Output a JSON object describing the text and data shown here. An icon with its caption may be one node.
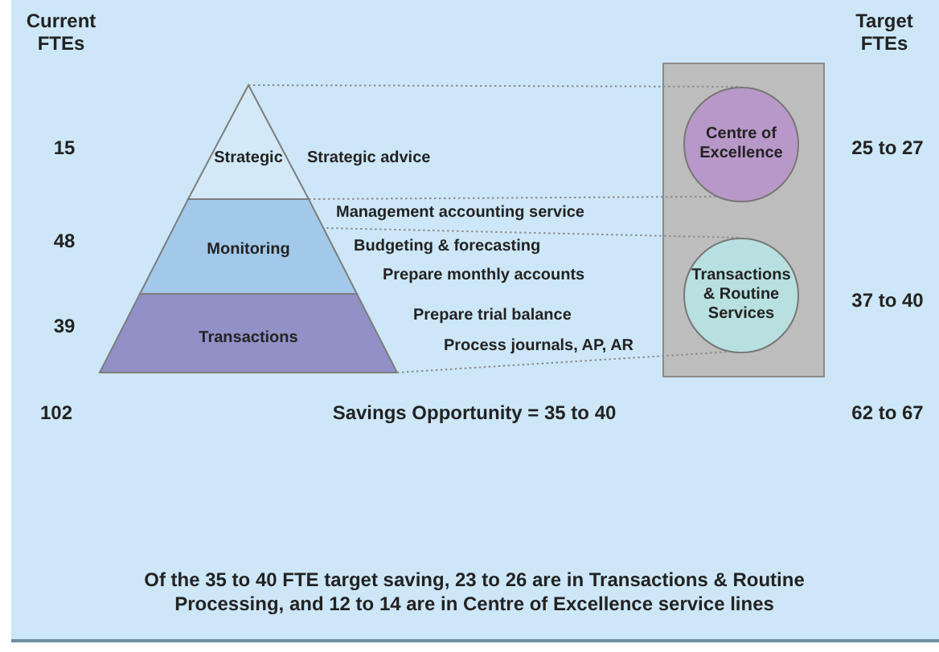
{
  "diagram": {
    "caption": "Of the 35 to 40 FTE target saving, 23 to 26 are in Transactions & Routine Processing, and 12 to 14 are in Centre of Excellence service lines",
    "nodes": [
      {
        "text": [
          "Strategic"
        ]
      },
      {
        "text": [
          "Monitoring"
        ]
      },
      {
        "text": [
          "Transactions"
        ]
      },
      {
        "text": [],
        "shape": "box"
      },
      {
        "text": [
          "Centre of Excellence"
        ],
        "in": 3
      },
      {
        "text": [
          "Transactions & Routine Services"
        ],
        "in": 3
      }
    ],
    "edges": [
      {
        "from": 0,
        "to": 4,
        "arrow": "none",
        "style": "dashed"
      },
      {
        "from": 1,
        "to": 4,
        "arrow": "none",
        "style": "dashed"
      },
      {
        "from": 1,
        "to": 5,
        "arrow": "none",
        "style": "dashed"
      },
      {
        "from": 2,
        "to": 5,
        "arrow": "none",
        "style": "dashed"
      }
    ],
    "labels": [
      "Current FTEs",
      "Target FTEs",
      "15",
      "Strategic advice",
      "25 to 27",
      "Management accounting service",
      "48",
      "Budgeting & forecasting",
      "Prepare monthly accounts",
      "37 to 40",
      "39",
      "Prepare trial balance",
      "Process journals, AP, AR",
      "102",
      "Savings Opportunity = 35 to 40",
      "62 to 67"
    ]
  }
}
